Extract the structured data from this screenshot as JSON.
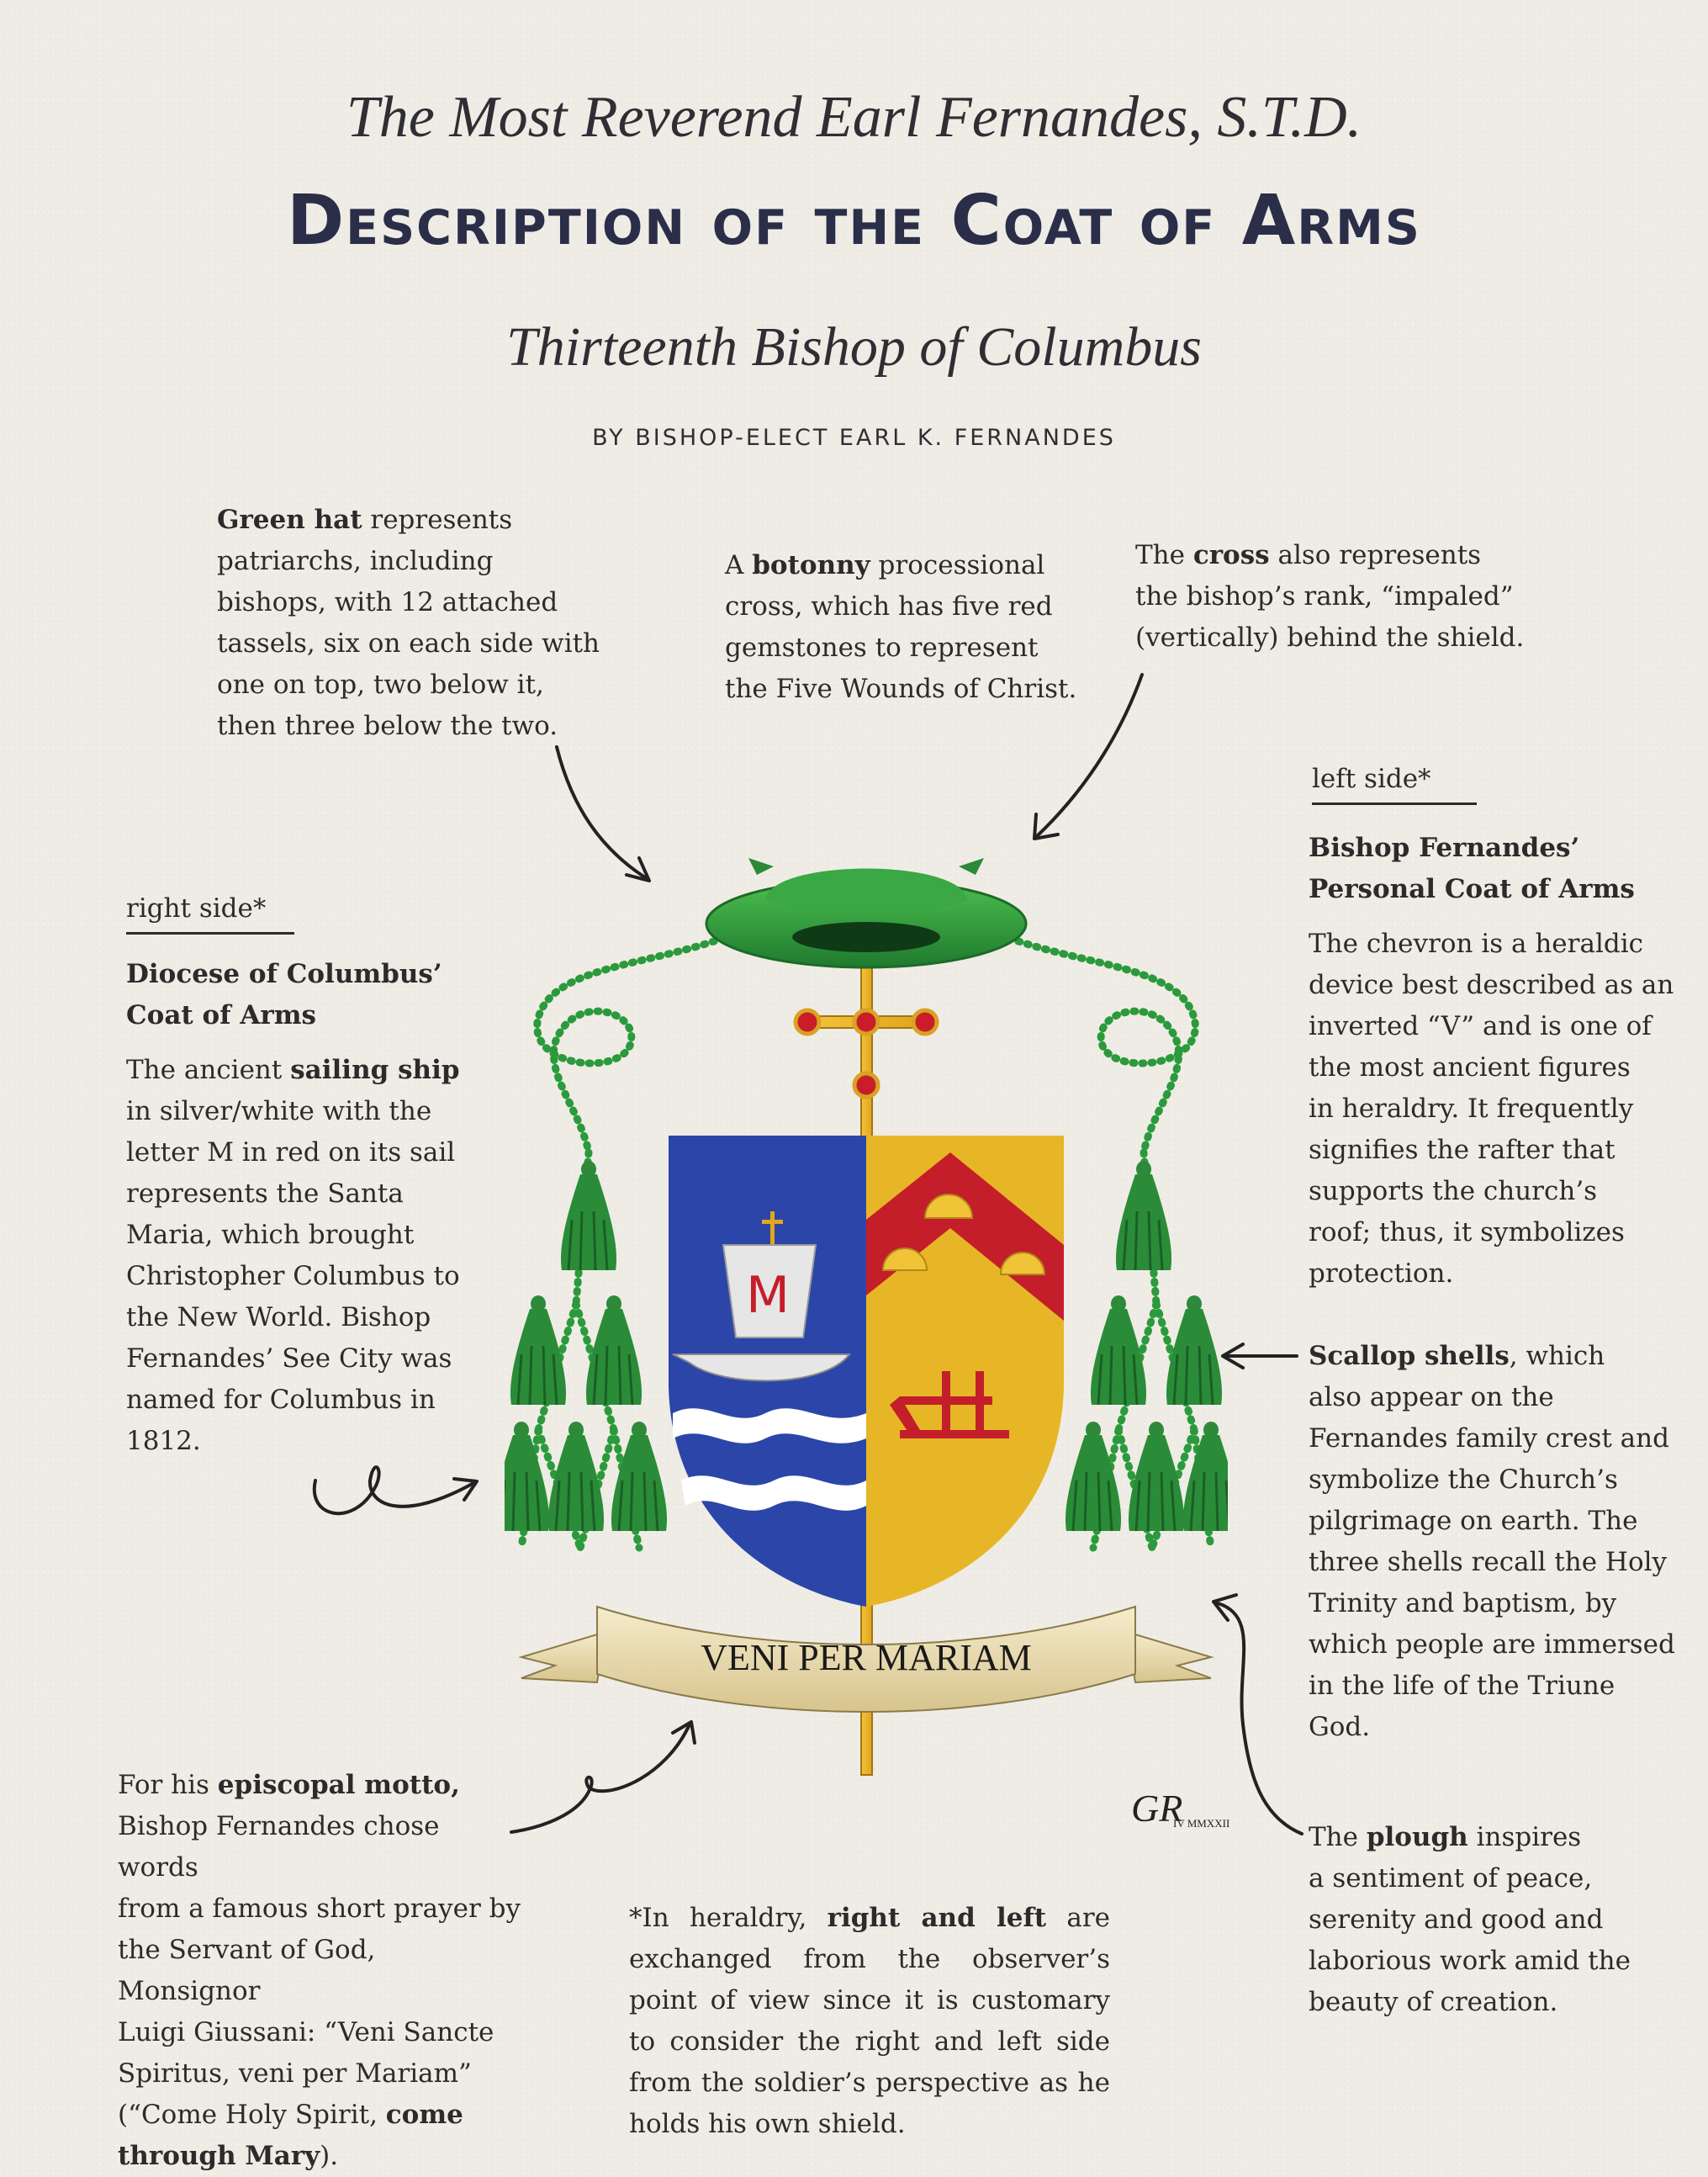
{
  "header": {
    "pre_title": "The Most Reverend Earl Fernandes, S.T.D.",
    "title": "Description of the Coat of Arms",
    "subtitle": "Thirteenth Bishop of Columbus",
    "byline": "BY BISHOP-ELECT EARL K. FERNANDES"
  },
  "callouts": {
    "green_hat": {
      "bold": "Green hat",
      "lines": [
        " represents",
        "patriarchs, including",
        "bishops, with 12 attached",
        "tassels, six on each side with",
        "one on top, two below it,",
        "then three below the two."
      ]
    },
    "botonny": {
      "pre": "A ",
      "bold": "botonny",
      "lines": [
        " processional",
        "cross, which has five red",
        "gemstones to represent",
        "the Five Wounds of Christ."
      ]
    },
    "cross": {
      "pre": "The ",
      "bold": "cross",
      "lines": [
        " also represents",
        "the bishop’s rank, “impaled”",
        "(vertically) behind the shield."
      ]
    },
    "right_side": {
      "label": "right side*",
      "heading_lines": [
        "Diocese of Columbus’",
        "Coat of Arms"
      ],
      "pre": "The ancient ",
      "bold": "sailing ship",
      "lines": [
        "in silver/white with the",
        "letter M in red on its sail",
        "represents the Santa",
        "Maria, which brought",
        "Christopher Columbus to",
        "the New World. Bishop",
        "Fernandes’ See City was",
        "named for Columbus in",
        "1812."
      ]
    },
    "left_side": {
      "label": "left side*",
      "heading_lines": [
        "Bishop Fernandes’",
        "Personal Coat of Arms"
      ],
      "lines": [
        "The chevron is a heraldic",
        "device best described as an",
        "inverted “V” and is one of",
        "the most ancient figures",
        "in heraldry. It frequently",
        "signifies the rafter that",
        "supports the church’s",
        "roof; thus, it symbolizes",
        "protection."
      ]
    },
    "scallop": {
      "bold": "Scallop shells",
      "lines": [
        ", which",
        "also appear on the",
        "Fernandes family crest and",
        "symbolize the Church’s",
        "pilgrimage on earth. The",
        "three shells recall the Holy",
        "Trinity and baptism, by",
        "which people are immersed",
        "in the life of the Triune",
        "God."
      ]
    },
    "plough": {
      "pre": "The ",
      "bold": "plough",
      "lines": [
        " inspires",
        "a sentiment of peace,",
        "serenity and good and",
        "laborious work amid the",
        "beauty of creation."
      ]
    },
    "motto": {
      "pre": "For his ",
      "bold": "episcopal motto,",
      "lines": [
        "Bishop Fernandes chose words",
        "from a famous short prayer by",
        "the Servant of God, Monsignor",
        "Luigi Giussani: “Veni Sancte",
        "Spiritus, veni per Mariam”",
        "(“Come Holy Spirit, "
      ],
      "bold2": "come",
      "bold3": "through Mary",
      "end": ")."
    },
    "note": {
      "pre": "*In heraldry, ",
      "bold": "right and left",
      "post": " are exchanged from the observer’s point of view since it is customary to consider the right and left side from the soldier’s perspective as he holds his own shield."
    }
  },
  "emblem": {
    "motto_scroll": "VENI PER MARIAM",
    "sail_letter": "M",
    "signature_initials": "GR",
    "signature_date": "IV MMXXII"
  },
  "colors": {
    "title_navy": "#2a2e48",
    "hat_green": "#2f9a3f",
    "shield_blue": "#2b46a8",
    "shield_gold": "#e6b626",
    "chevron_red": "#c41e2a",
    "cross_gold": "#d9a521"
  }
}
